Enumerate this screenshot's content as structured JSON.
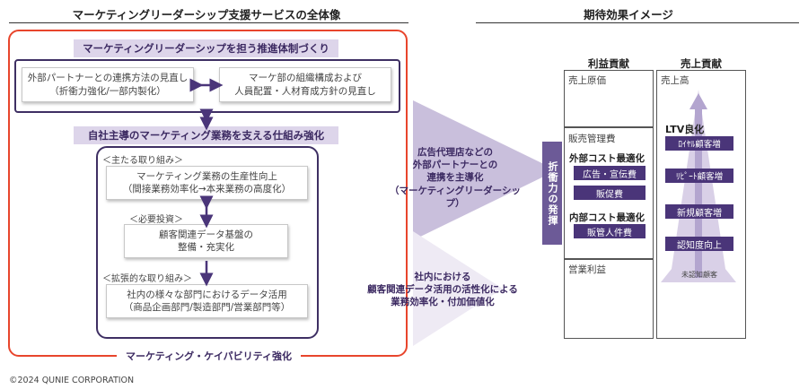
{
  "left_title": "マーケティングリーダーシップ支援サービスの全体像",
  "right_title": "期待効果イメージ",
  "top_band": "マーケティングリーダーシップを担う推進体制づくり",
  "top_box_left": [
    "外部パートナーとの連携方法の見直し",
    "（折衝力強化/一部内製化）"
  ],
  "top_box_right": [
    "マーケ部の組織構成および",
    "人員配置・人材育成方針の見直し"
  ],
  "mid_band": "自社主導のマーケティング業務を支える仕組み強化",
  "label_main": "＜主たる取り組み＞",
  "box1": [
    "マーケティング業務の生産性向上",
    "（間接業務効率化→本来業務の高度化）"
  ],
  "label_invest": "＜必要投資＞",
  "box2": [
    "顧客関連データ基盤の",
    "整備・充実化"
  ],
  "label_ext": "＜拡張的な取り組み＞",
  "box3": [
    "社内の様々な部門におけるデータ活用",
    "（商品企画部門/製造部門/営業部門等）"
  ],
  "bottom_label": "マーケティング・ケイパビリティ強化",
  "arrow1_text": [
    "広告代理店などの",
    "外部パートナーとの",
    "連携を主導化",
    "（マーケティングリーダーシップ）"
  ],
  "arrow2_text": [
    "社内における",
    "顧客関連データ活用の活性化による",
    "業務効率化・付加価値化"
  ],
  "vertical_bar": "折衝力の発揮",
  "profit_title": "利益貢献",
  "sales_title": "売上貢献",
  "cell_cost": "売上原価",
  "cell_sga": "販売管理費",
  "ext_cost_title": "外部コスト最適化",
  "ext_items": [
    "広告・宣伝費",
    "販促費"
  ],
  "int_cost_title": "内部コスト最適化",
  "int_items": [
    "販管人件費"
  ],
  "cell_op": "営業利益",
  "cell_sales": "売上高",
  "ltv_title": "LTV良化",
  "funnel_items": [
    "ﾛｲﾔﾙ顧客増",
    "ﾘﾋﾟｰﾄ顧客増",
    "新規顧客増",
    "認知度向上"
  ],
  "funnel_bottom": "未認知顧客",
  "footer": "©2024 QUNIE CORPORATION",
  "colors": {
    "accent": "#4a3579",
    "frame_red": "#e8452c",
    "band": "#ddd5ea",
    "arrow": "#c9bfdc"
  }
}
